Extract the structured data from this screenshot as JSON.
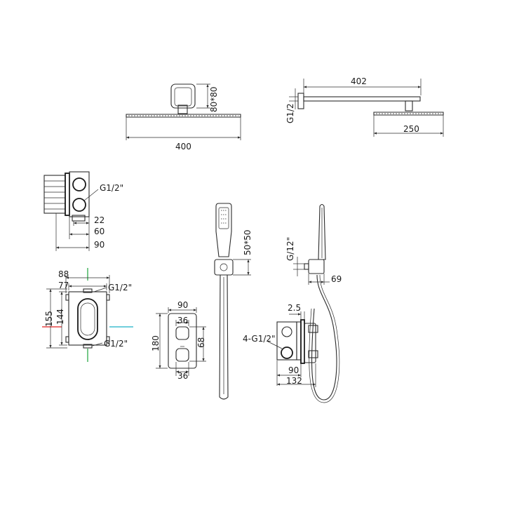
{
  "colors": {
    "line": "#2b2b2b",
    "pipe_red": "#e02020",
    "pipe_green": "#1aa33a",
    "pipe_cyan": "#1ab0c8"
  },
  "labels": {
    "head_width": "400",
    "head_block": "80*80",
    "arm_length": "402",
    "arm_thread": "G1/2",
    "head_side": "250",
    "valve_side_thread": "G1/2\"",
    "valve_side_22": "22",
    "valve_side_60": "60",
    "valve_side_90": "90",
    "box_88": "88",
    "box_77": "77",
    "box_top_thread": "G1/2\"",
    "box_155": "155",
    "box_144": "144",
    "box_bottom_thread": "G1/2\"",
    "plate_width": "90",
    "plate_36_top": "36",
    "plate_68": "68",
    "plate_180": "180",
    "plate_36_bottom": "36",
    "handshower_bracket": "50*50",
    "outlet_thread": "G/12\"",
    "outlet_69": "69",
    "asm_25": "2.5",
    "asm_4g": "4-G1/2\"",
    "asm_90": "90",
    "asm_132": "132"
  }
}
